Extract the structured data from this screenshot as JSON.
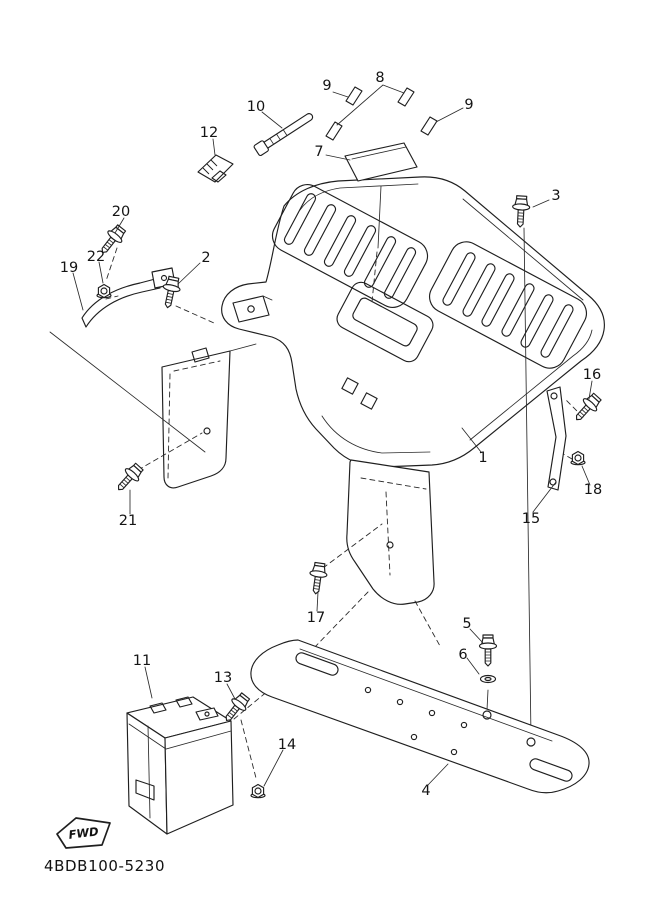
{
  "diagram": {
    "part_code": "4BDB100-5230",
    "fwd_label": "FWD"
  },
  "callouts": [
    {
      "label": "9"
    },
    {
      "label": "8"
    },
    {
      "label": "10"
    },
    {
      "label": "9"
    },
    {
      "label": "12"
    },
    {
      "label": "7"
    },
    {
      "label": "3"
    },
    {
      "label": "20"
    },
    {
      "label": "2"
    },
    {
      "label": "22"
    },
    {
      "label": "19"
    },
    {
      "label": "16"
    },
    {
      "label": "1"
    },
    {
      "label": "18"
    },
    {
      "label": "15"
    },
    {
      "label": "21"
    },
    {
      "label": "17"
    },
    {
      "label": "5"
    },
    {
      "label": "6"
    },
    {
      "label": "11"
    },
    {
      "label": "13"
    },
    {
      "label": "14"
    },
    {
      "label": "4"
    }
  ]
}
